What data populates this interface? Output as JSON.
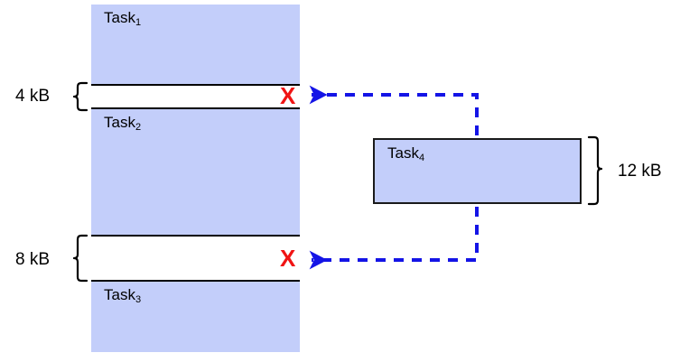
{
  "diagram": {
    "title": "memory-allocation-fragmentation",
    "colors": {
      "block_fill": "#c3cefa",
      "block_stroke": "#000000",
      "arrow": "#1414e6",
      "x_mark": "#f01414",
      "background": "#ffffff"
    },
    "memory_column": {
      "blocks": [
        {
          "label": "Task",
          "subscript": "1",
          "kind": "occupied"
        },
        {
          "label": "",
          "subscript": "",
          "kind": "free",
          "size": "4 kB"
        },
        {
          "label": "Task",
          "subscript": "2",
          "kind": "occupied"
        },
        {
          "label": "",
          "subscript": "",
          "kind": "free",
          "size": "8 kB"
        },
        {
          "label": "Task",
          "subscript": "3",
          "kind": "occupied"
        }
      ]
    },
    "free_slots": [
      {
        "size_label": "4 kB",
        "marker": "X"
      },
      {
        "size_label": "8 kB",
        "marker": "X"
      }
    ],
    "incoming_task": {
      "label": "Task",
      "subscript": "4",
      "size_label": "12 kB"
    }
  }
}
